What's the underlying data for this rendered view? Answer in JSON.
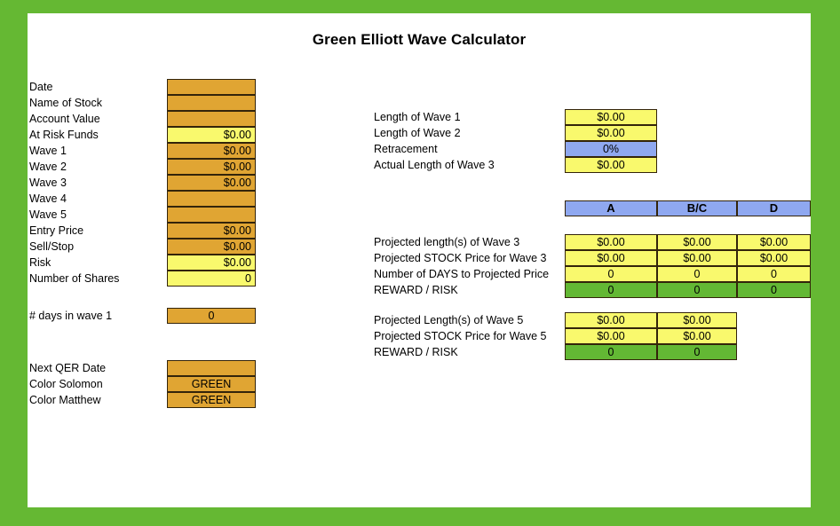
{
  "app": {
    "title": "Green Elliott Wave Calculator",
    "border_color": "#65b833",
    "sheet_color": "#ffffff",
    "colors": {
      "orange": "#e0a533",
      "yellow": "#f9f96d",
      "blue": "#8fa8f0",
      "green": "#63b834"
    }
  },
  "left_panel": {
    "rows": [
      {
        "label": "Date",
        "value": "",
        "fill": "orange",
        "align": "right"
      },
      {
        "label": "Name of Stock",
        "value": "",
        "fill": "orange",
        "align": "right"
      },
      {
        "label": "Account Value",
        "value": "",
        "fill": "orange",
        "align": "right"
      },
      {
        "label": "At Risk Funds",
        "value": "$0.00",
        "fill": "yellow",
        "align": "right"
      },
      {
        "label": "Wave 1",
        "value": "$0.00",
        "fill": "orange",
        "align": "right"
      },
      {
        "label": "Wave 2",
        "value": "$0.00",
        "fill": "orange",
        "align": "right"
      },
      {
        "label": "Wave 3",
        "value": "$0.00",
        "fill": "orange",
        "align": "right"
      },
      {
        "label": "Wave 4",
        "value": "",
        "fill": "orange",
        "align": "right"
      },
      {
        "label": "Wave 5",
        "value": "",
        "fill": "orange",
        "align": "right"
      },
      {
        "label": "Entry Price",
        "value": "$0.00",
        "fill": "orange",
        "align": "right"
      },
      {
        "label": "Sell/Stop",
        "value": "$0.00",
        "fill": "orange",
        "align": "right"
      },
      {
        "label": "Risk",
        "value": "$0.00",
        "fill": "yellow",
        "align": "right"
      },
      {
        "label": "Number of Shares",
        "value": "0",
        "fill": "yellow",
        "align": "right"
      }
    ],
    "days_in_wave": {
      "label": "# days in wave 1",
      "value": "0",
      "fill": "orange",
      "align": "center"
    },
    "qer_rows": [
      {
        "label": "Next QER Date",
        "value": "",
        "fill": "orange",
        "align": "center"
      },
      {
        "label": "Color Solomon",
        "value": "GREEN",
        "fill": "orange",
        "align": "center"
      },
      {
        "label": "Color Matthew",
        "value": "GREEN",
        "fill": "orange",
        "align": "center"
      }
    ]
  },
  "right_panel": {
    "wave_inputs": [
      {
        "label": "Length of Wave 1",
        "value": "$0.00",
        "fill": "yellow"
      },
      {
        "label": "Length of Wave 2",
        "value": "$0.00",
        "fill": "yellow"
      },
      {
        "label": "Retracement",
        "value": "0%",
        "fill": "blue"
      },
      {
        "label": "Actual Length of Wave 3",
        "value": "$0.00",
        "fill": "yellow"
      }
    ],
    "column_headers": [
      "A",
      "B/C",
      "D"
    ],
    "wave3_table": {
      "rows": [
        {
          "label": "Projected length(s) of Wave 3",
          "fill": "yellow",
          "values": [
            "$0.00",
            "$0.00",
            "$0.00"
          ]
        },
        {
          "label": "Projected STOCK Price for Wave 3",
          "fill": "yellow",
          "values": [
            "$0.00",
            "$0.00",
            "$0.00"
          ]
        },
        {
          "label": "Number of DAYS to Projected Price",
          "fill": "yellow",
          "values": [
            "0",
            "0",
            "0"
          ]
        },
        {
          "label": "REWARD / RISK",
          "fill": "green",
          "values": [
            "0",
            "0",
            "0"
          ]
        }
      ]
    },
    "wave5_table": {
      "rows": [
        {
          "label": "Projected Length(s) of Wave 5",
          "fill": "yellow",
          "values": [
            "$0.00",
            "$0.00"
          ]
        },
        {
          "label": "Projected STOCK Price for Wave 5",
          "fill": "yellow",
          "values": [
            "$0.00",
            "$0.00"
          ]
        },
        {
          "label": "REWARD / RISK",
          "fill": "green",
          "values": [
            "0",
            "0"
          ]
        }
      ]
    }
  }
}
